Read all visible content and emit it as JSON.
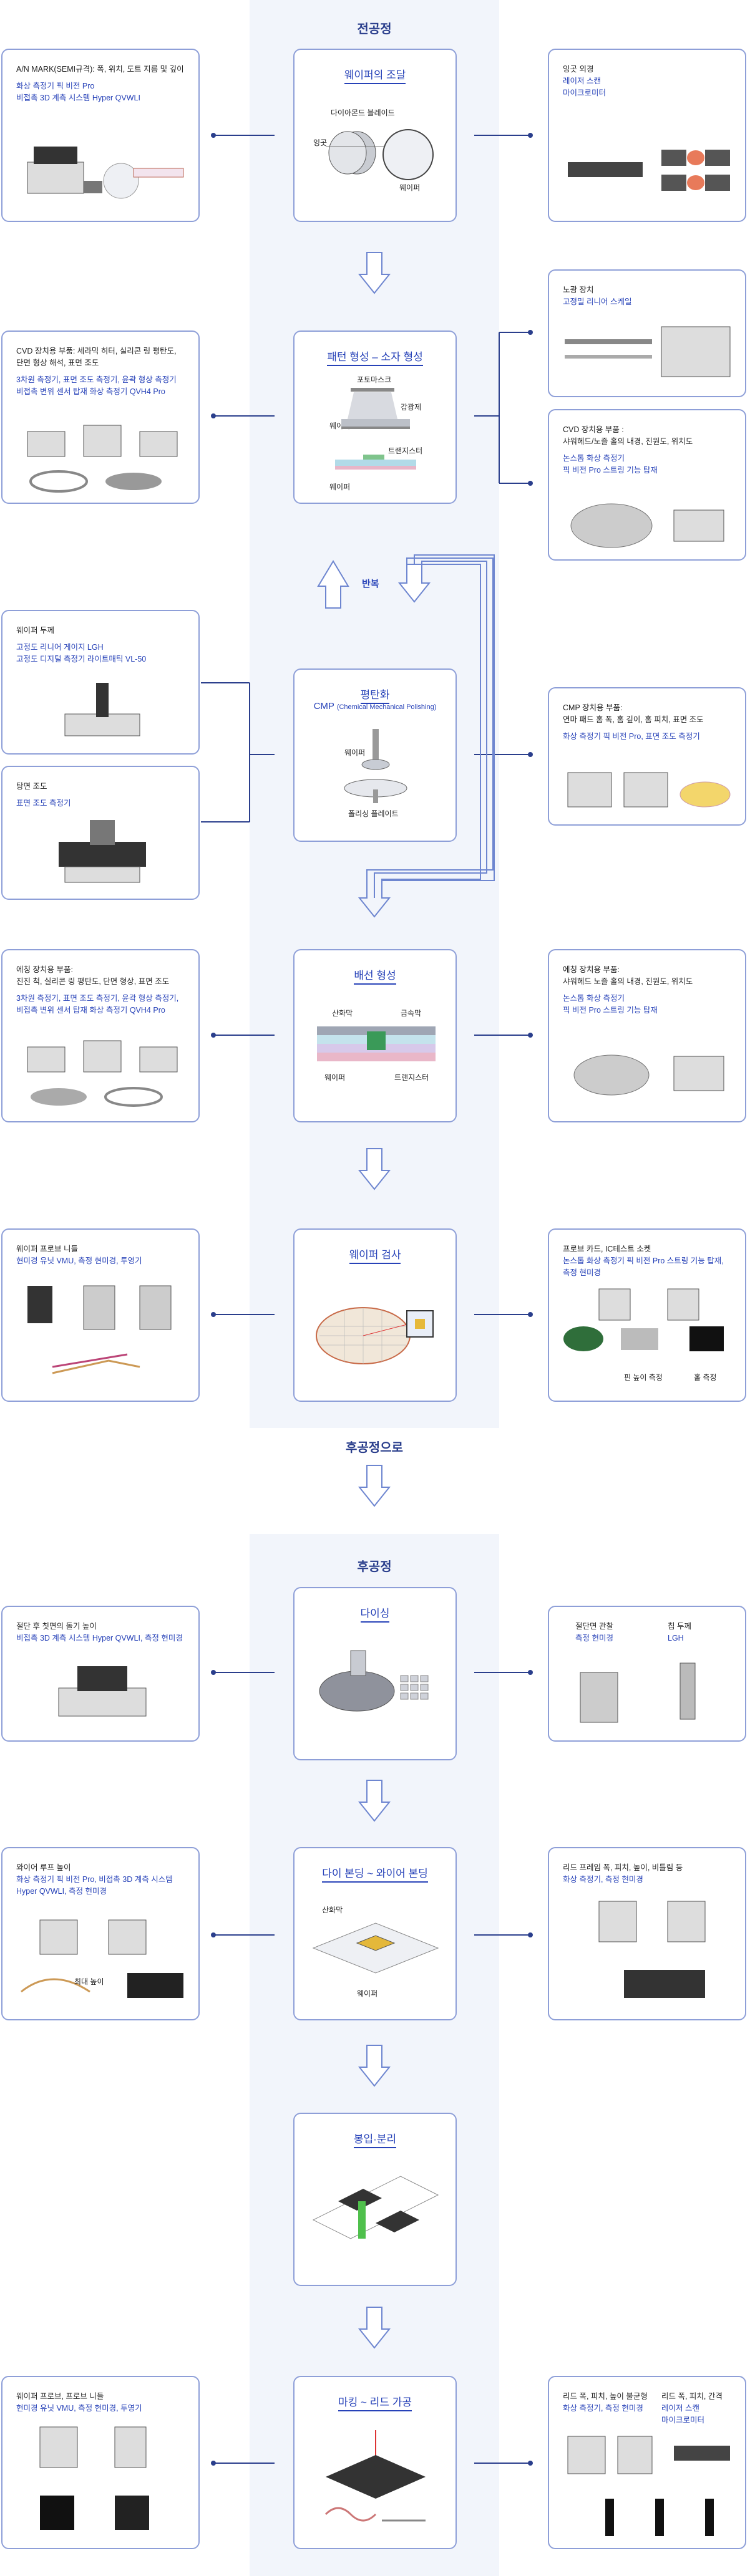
{
  "front": {
    "title": "전공정",
    "steps": [
      {
        "title": "웨이퍼의 조달",
        "labels": [
          "다이아몬드 블레이드",
          "잉곳",
          "웨이퍼"
        ]
      },
      {
        "title": "패턴 형성 ‒ 소자 형성",
        "labels": [
          "포토마스크",
          "감광제",
          "웨이퍼",
          "트랜지스터",
          "웨이퍼"
        ]
      },
      {
        "title": "평탄화",
        "subtitle_main": "CMP",
        "subtitle_paren": "(Chemical Mechanical Polishing)",
        "labels": [
          "웨이퍼",
          "폴리싱 플레이트"
        ]
      },
      {
        "title": "배선 형성",
        "labels": [
          "산화막",
          "금속막",
          "웨이퍼",
          "트랜지스터"
        ]
      },
      {
        "title": "웨이퍼 검사",
        "labels": []
      }
    ],
    "repeat_label": "반복",
    "left_boxes": [
      {
        "lines": [
          "A/N MARK(SEMI규격): 폭, 위치, 도트 지름 및 깊이"
        ],
        "blue": [
          "화상 측정기 픽 비전 Pro",
          "비접촉 3D 계측 시스템 Hyper QVWLI"
        ]
      },
      {
        "lines": [
          "CVD 장치용 부품: 세라믹 히터, 실리콘 링 평탄도,",
          "단면 형상 해석, 표면 조도"
        ],
        "blue": [
          "3차원 측정기, 표면 조도 측정기, 윤곽 형상 측정기",
          "비접촉 변위 센서 탑재 화상 측정기 QVH4 Pro"
        ]
      },
      {
        "lines": [
          "웨이퍼 두께"
        ],
        "blue": [
          "고정도 리니어 게이지 LGH",
          "고정도 디지털 측정기 라이트매틱 VL-50"
        ]
      },
      {
        "lines": [
          "탕면 조도"
        ],
        "blue": [
          "표면 조도 측정기"
        ]
      },
      {
        "lines": [
          "에칭 장치용 부품:",
          "진진 척, 실리콘 링 평탄도, 단면 형상, 표면 조도"
        ],
        "blue": [
          "3차원 측정기, 표면 조도 측정기, 윤곽 형상 측정기,",
          "비접촉 변위 센서 탑재 화상 측정기 QVH4 Pro"
        ]
      },
      {
        "lines": [
          "웨이퍼 프로브 니들"
        ],
        "blue": [
          "현미경 유닛 VMU, 측정 현미경, 투영기"
        ]
      }
    ],
    "right_boxes": [
      {
        "lines": [
          "잉곳 외경"
        ],
        "blue": [
          "레이저 스캔",
          "마이크로미터"
        ]
      },
      {
        "lines": [
          "노광 장치"
        ],
        "blue": [
          "고정밀 리니어 스케일"
        ]
      },
      {
        "lines": [
          "CVD 장치용 부품 :",
          "샤워헤드/노즐 홀의 내경, 진원도, 위치도"
        ],
        "blue": [
          "논스톱 화상 측정기",
          "픽 비전 Pro 스트링 기능 탑재"
        ]
      },
      {
        "lines": [
          "CMP 장치용 부품:",
          "연마 패드 홈 폭, 홈 깊이, 홈 피치, 표면 조도"
        ],
        "blue": [
          "화상 측정기 픽 비전 Pro, 표면 조도 측정기"
        ]
      },
      {
        "lines": [
          "에칭 장치용 부품:",
          "샤워헤드 노즐 홀의 내경, 진원도, 위치도"
        ],
        "blue": [
          "논스톱 화상 측정기",
          "픽 비전 Pro 스트링 기능 탑재"
        ]
      },
      {
        "lines": [
          "프로브 카드, IC테스트 소켓"
        ],
        "blue": [
          "논스톱 화상 측정기 픽 비전 Pro 스트링 기능 탑재,",
          "측정 현미경"
        ],
        "captions": [
          "핀 높이 측정",
          "홀 측정"
        ]
      }
    ]
  },
  "to_back": "후공정으로",
  "back": {
    "title": "후공정",
    "steps": [
      {
        "title": "다이싱",
        "labels": []
      },
      {
        "title": "다이 본딩 ~ 와이어 본딩",
        "labels": [
          "산화막",
          "웨이퍼"
        ]
      },
      {
        "title": "봉입·분리",
        "labels": []
      },
      {
        "title": "마킹 ~ 리드 가공",
        "labels": []
      }
    ],
    "left_boxes": [
      {
        "lines": [
          "절단 후 칫면의 돌기 높이"
        ],
        "blue": [
          "비접촉 3D 계측 시스템 Hyper QVWLI, 측정 현미경"
        ]
      },
      {
        "lines": [
          "와이어 루프 높이"
        ],
        "blue": [
          "화상 측정기 픽 비전 Pro, 비접촉 3D 계측 시스템",
          "Hyper QVWLI, 측정 현미경"
        ],
        "captions": [
          "최대 높이"
        ]
      },
      {
        "lines": [
          "웨이퍼 프로브, 프로브 니들"
        ],
        "blue": [
          "현미경 유닛 VMU, 측정 현미경, 투영기"
        ]
      }
    ],
    "right_boxes": [
      {
        "cols": [
          {
            "lines": [
              "절단면 관찰"
            ],
            "blue": [
              "측정 현미경"
            ]
          },
          {
            "lines": [
              "칩 두께"
            ],
            "blue": [
              "LGH"
            ]
          }
        ]
      },
      {
        "lines": [
          "리드 프레임 폭, 피치, 높이, 비틀림 등"
        ],
        "blue": [
          "화상 측정기, 측정 현미경"
        ]
      },
      {
        "cols": [
          {
            "lines": [
              "리드 폭, 피치, 높이 불균형"
            ],
            "blue": [
              "화상 측정기, 측정 현미경"
            ]
          },
          {
            "lines": [
              "리드 폭, 피치, 간격"
            ],
            "blue": [
              "레이저 스캔",
              "마이크로미터"
            ]
          }
        ]
      }
    ]
  },
  "colors": {
    "accent": "#2742b8",
    "border": "#8e9fd8",
    "band": "#f2f5fb",
    "title": "#2a3e8c"
  }
}
